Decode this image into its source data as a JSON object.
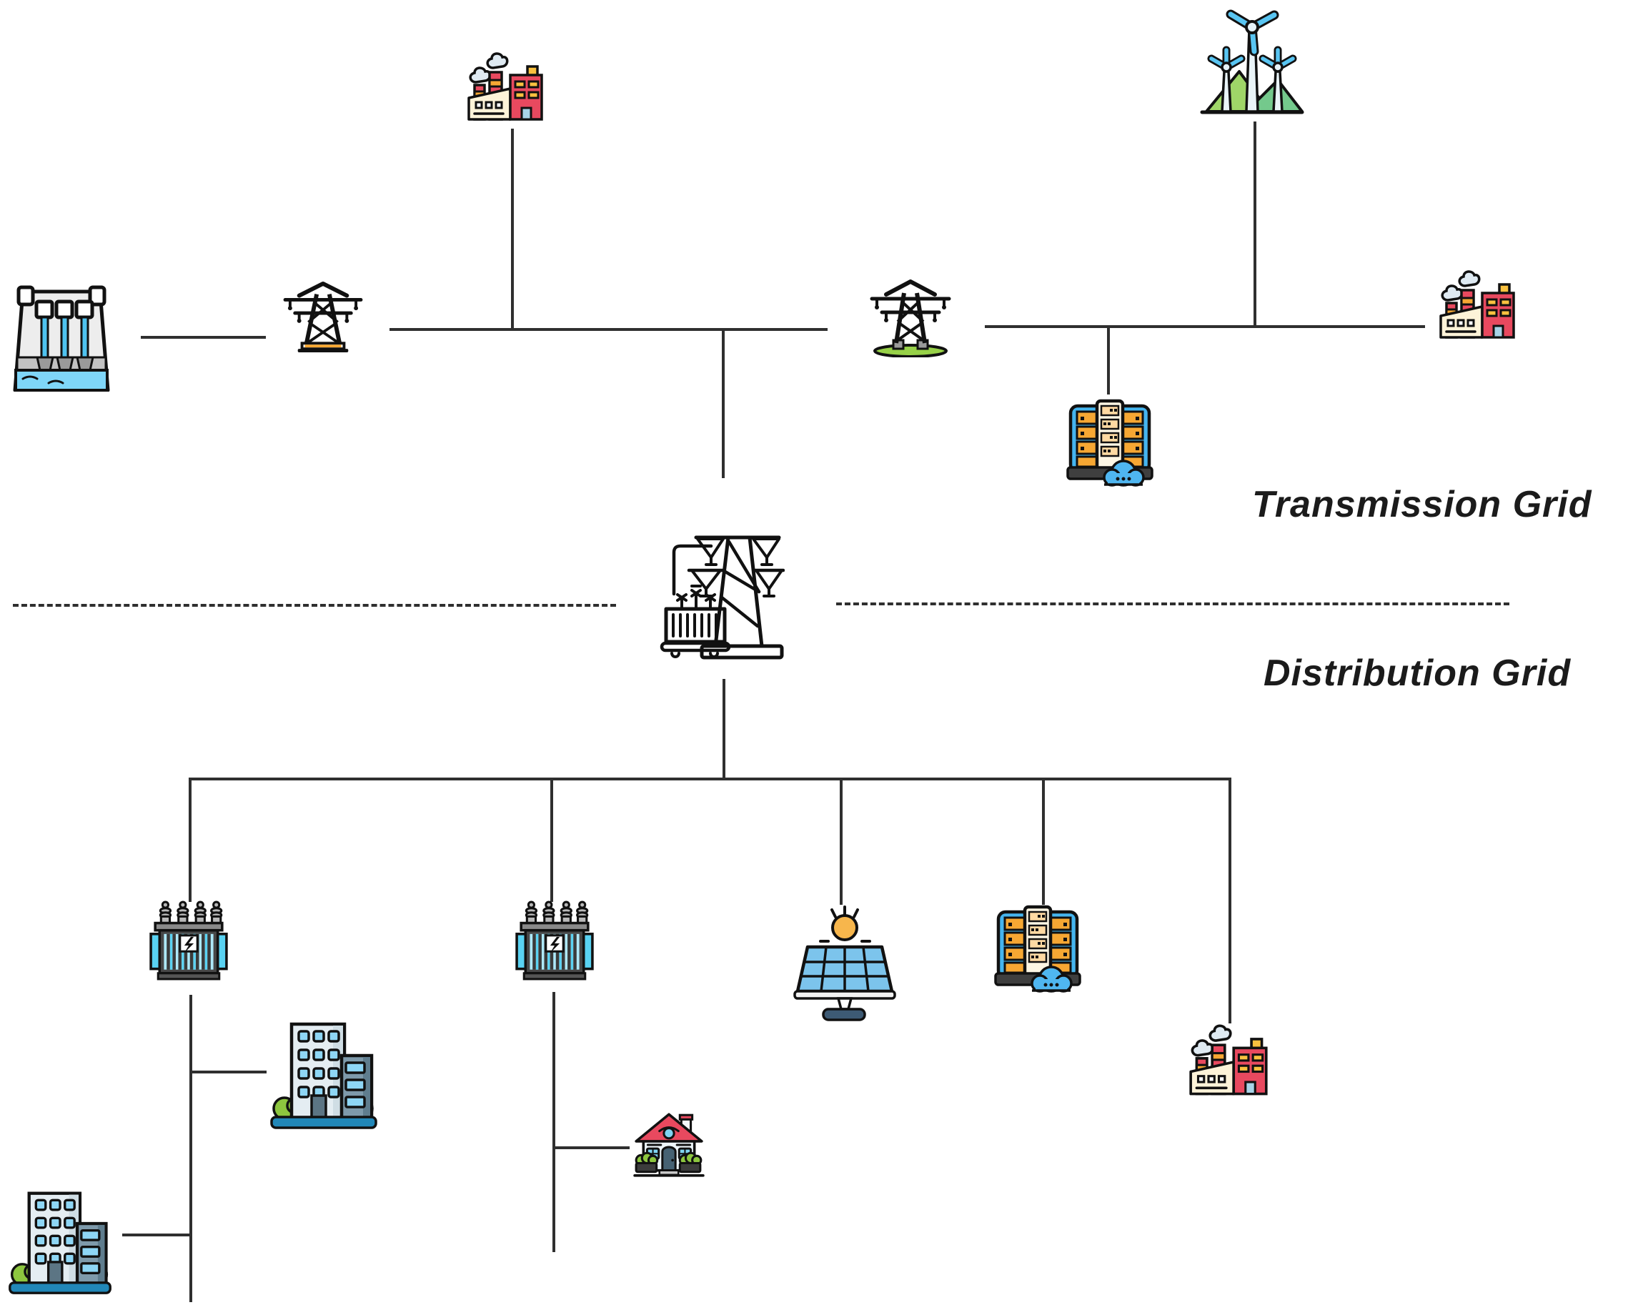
{
  "page": {
    "background": "#ffffff"
  },
  "labels": {
    "transmission": "Transmission Grid",
    "distribution": "Distribution Grid"
  },
  "colors": {
    "line": "#2f2f2f",
    "text": "#1b1b1b",
    "red": "#e8495f",
    "orange": "#f6a733",
    "yellow": "#f9c13f",
    "cyan": "#59d2f2",
    "sky_blue": "#45b5ef",
    "panel_blue": "#7cc4ec",
    "bush_green": "#8dc63f",
    "grass_lime": "#97d148",
    "cream": "#fdf3d8",
    "navy": "#3d5a74",
    "platform_blue": "#2187b8",
    "gray": "#9a9a9a",
    "dark_gray": "#3f3f3f",
    "water_blue": "#7fd6f8"
  },
  "zones": [
    {
      "id": "transmission-grid",
      "label": "Transmission Grid",
      "nodes": [
        "hydro-dam",
        "transmission-tower-1",
        "factory-1",
        "transmission-tower-2",
        "wind-turbines",
        "factory-2",
        "data-center-1",
        "substation"
      ]
    },
    {
      "id": "distribution-grid",
      "label": "Distribution Grid",
      "nodes": [
        "transformer-1",
        "transformer-2",
        "solar-panel",
        "data-center-2",
        "factory-3",
        "office-building-1",
        "office-building-2",
        "house"
      ]
    }
  ],
  "nodes": [
    {
      "id": "hydro-dam",
      "icon": "hydro-dam-icon",
      "zone": "transmission-grid"
    },
    {
      "id": "transmission-tower-1",
      "icon": "transmission-tower-icon",
      "zone": "transmission-grid"
    },
    {
      "id": "factory-1",
      "icon": "factory-icon",
      "zone": "transmission-grid"
    },
    {
      "id": "transmission-tower-2",
      "icon": "transmission-tower-icon",
      "zone": "transmission-grid"
    },
    {
      "id": "wind-turbines",
      "icon": "wind-turbines-icon",
      "zone": "transmission-grid"
    },
    {
      "id": "factory-2",
      "icon": "factory-icon",
      "zone": "transmission-grid"
    },
    {
      "id": "data-center-1",
      "icon": "data-center-icon",
      "zone": "transmission-grid"
    },
    {
      "id": "substation",
      "icon": "substation-transformer-icon",
      "zone": "boundary"
    },
    {
      "id": "transformer-1",
      "icon": "distribution-transformer-icon",
      "zone": "distribution-grid"
    },
    {
      "id": "transformer-2",
      "icon": "distribution-transformer-icon",
      "zone": "distribution-grid"
    },
    {
      "id": "solar-panel",
      "icon": "solar-panel-icon",
      "zone": "distribution-grid"
    },
    {
      "id": "data-center-2",
      "icon": "data-center-icon",
      "zone": "distribution-grid"
    },
    {
      "id": "factory-3",
      "icon": "factory-icon",
      "zone": "distribution-grid"
    },
    {
      "id": "office-building-1",
      "icon": "office-building-icon",
      "zone": "distribution-grid"
    },
    {
      "id": "office-building-2",
      "icon": "office-building-icon",
      "zone": "distribution-grid"
    },
    {
      "id": "house",
      "icon": "house-icon",
      "zone": "distribution-grid"
    }
  ],
  "edges": [
    {
      "from": "hydro-dam",
      "to": "transmission-tower-1"
    },
    {
      "from": "transmission-tower-1",
      "to": "transmission-tower-2"
    },
    {
      "from": "factory-1",
      "to": "transmission-bus-1"
    },
    {
      "from": "transmission-bus-1",
      "to": "substation"
    },
    {
      "from": "transmission-tower-2",
      "to": "factory-2"
    },
    {
      "from": "wind-turbines",
      "to": "transmission-bus-2"
    },
    {
      "from": "data-center-1",
      "to": "transmission-bus-2"
    },
    {
      "from": "substation",
      "to": "distribution-bus"
    },
    {
      "from": "distribution-bus",
      "to": "transformer-1"
    },
    {
      "from": "distribution-bus",
      "to": "transformer-2"
    },
    {
      "from": "distribution-bus",
      "to": "solar-panel"
    },
    {
      "from": "distribution-bus",
      "to": "data-center-2"
    },
    {
      "from": "distribution-bus",
      "to": "factory-3"
    },
    {
      "from": "transformer-1",
      "to": "office-building-1"
    },
    {
      "from": "transformer-1",
      "to": "office-building-2"
    },
    {
      "from": "transformer-2",
      "to": "house"
    }
  ]
}
